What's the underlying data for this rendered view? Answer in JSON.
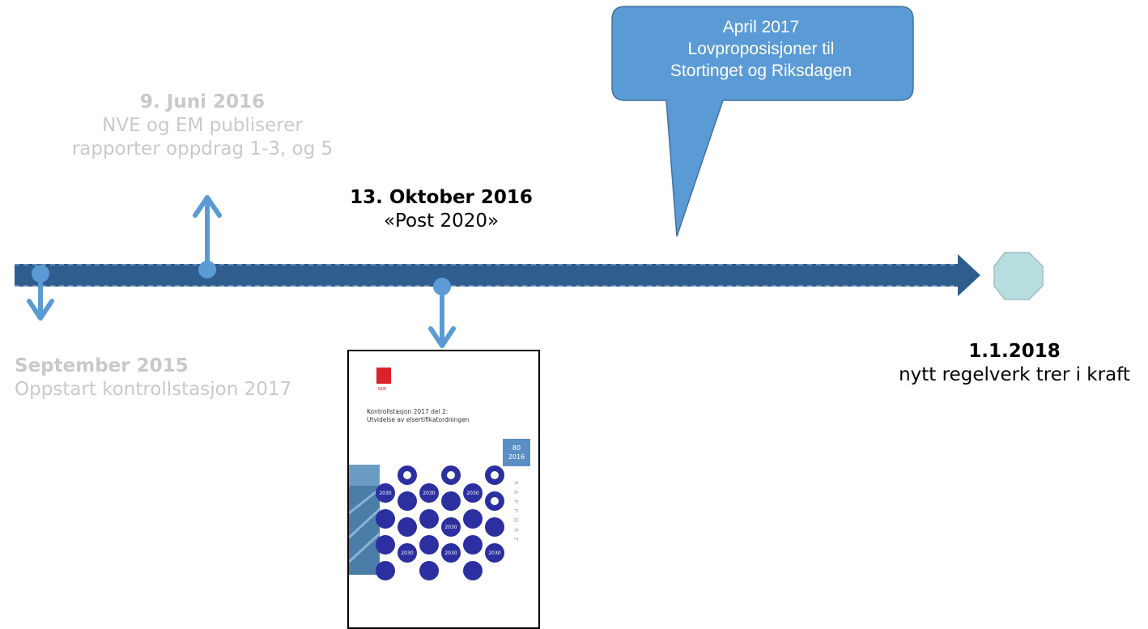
{
  "milestones": [
    {
      "date": "September 2015",
      "text": "Oppstart kontrollstasjon 2017"
    },
    {
      "date": "9. Juni 2016",
      "lines": [
        "NVE og EM publiserer",
        "rapporter oppdrag 1-3, og 5"
      ]
    },
    {
      "date": "13. Oktober 2016",
      "text": "«Post 2020»"
    },
    {
      "date": "1.1.2018",
      "text": "nytt regelverk trer i kraft"
    }
  ],
  "callout": {
    "lines": [
      "April 2017",
      "Lovproposisjoner til",
      "Stortinget og Riksdagen"
    ]
  },
  "report": {
    "logo_text": "NVE",
    "title_lines": [
      "Kontrollstasjon 2017 del 2:",
      "Utvidelse av elsertifikatordningen"
    ],
    "number_lines": [
      "80",
      "2016"
    ],
    "vertical_word": "RAPPORT",
    "icon_label": "2030"
  },
  "colors": {
    "timeline": "#2e5d8e",
    "arrow": "#5b9bd5",
    "callout": "#5b9bd5",
    "end_marker": "#b6dede",
    "grey_text": "#c9c9c9",
    "report_circle": "#2b2fa0"
  }
}
